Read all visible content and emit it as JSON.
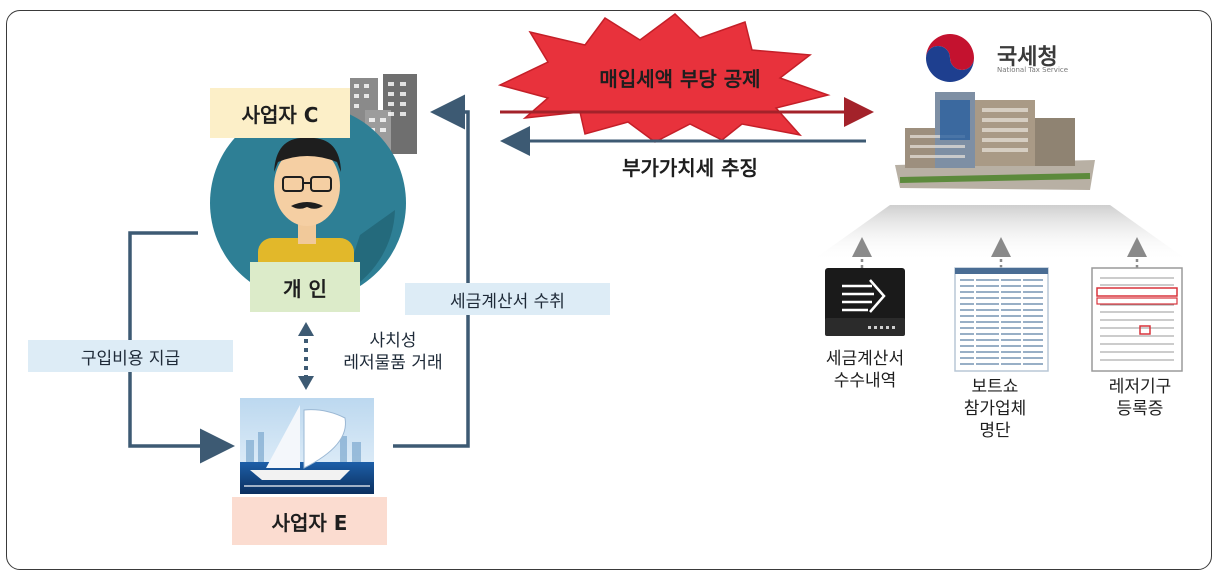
{
  "entities": {
    "business_c": "사업자 C",
    "individual": "개 인",
    "business_e": "사업자 E"
  },
  "flows": {
    "purchase_payment": "구입비용 지급",
    "invoice_receipt": "세금계산서 수취",
    "luxury_trade": [
      "사치성",
      "레저물품 거래"
    ],
    "improper_deduction": "매입세액 부당 공제",
    "vat_collection": "부가가치세 추징"
  },
  "authority": {
    "name": "국세청",
    "subtitle": "National Tax Service"
  },
  "evidence": [
    {
      "lines": [
        "세금계산서",
        "수수내역"
      ],
      "icon": "server-icon"
    },
    {
      "lines": [
        "보트쇼",
        "참가업체",
        "명단"
      ],
      "icon": "spreadsheet-icon"
    },
    {
      "lines": [
        "레저기구",
        "등록증"
      ],
      "icon": "certificate-icon"
    }
  ],
  "colors": {
    "flow_arrow": "#3d5a73",
    "deduction_arrow": "#a3222a",
    "burst": "#e8323c",
    "person_circle": "#2e7f95"
  }
}
